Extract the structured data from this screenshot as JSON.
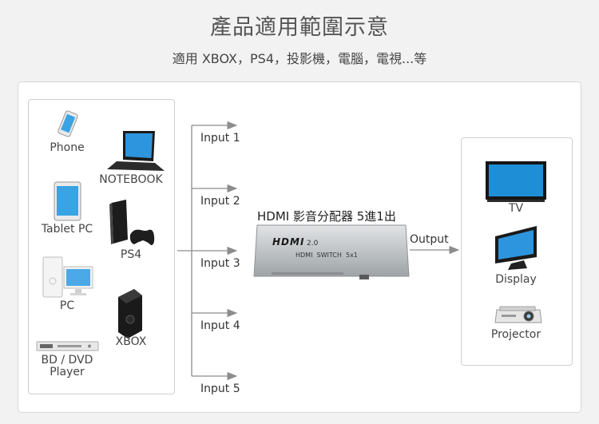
{
  "header": {
    "title": "產品適用範圍示意",
    "subtitle": "適用 XBOX，PS4，投影機，電腦，電視...等"
  },
  "sources": [
    {
      "label": "Phone",
      "icon": "phone-icon"
    },
    {
      "label": "NOTEBOOK",
      "icon": "notebook-icon"
    },
    {
      "label": "Tablet PC",
      "icon": "tablet-icon"
    },
    {
      "label": "PS4",
      "icon": "ps4-icon"
    },
    {
      "label": "PC",
      "icon": "pc-icon"
    },
    {
      "label": "XBOX",
      "icon": "xbox-icon"
    },
    {
      "label": "BD / DVD\nPlayer",
      "icon": "dvd-player-icon"
    }
  ],
  "inputs": [
    "Input 1",
    "Input 2",
    "Input 3",
    "Input 4",
    "Input 5"
  ],
  "device": {
    "title": "HDMI 影音分配器 5進1出",
    "logo_text": "HDMI",
    "version": "2.0",
    "model": "HDMI  SWITCH  5x1"
  },
  "output_label": "Output",
  "outputs": [
    {
      "label": "TV",
      "icon": "tv-icon"
    },
    {
      "label": "Display",
      "icon": "monitor-icon"
    },
    {
      "label": "Projector",
      "icon": "projector-icon"
    }
  ],
  "colors": {
    "arrow": "#8c8c8c",
    "screen_blue": "#1e8fd6",
    "device_silver": "#b9bdc1"
  }
}
